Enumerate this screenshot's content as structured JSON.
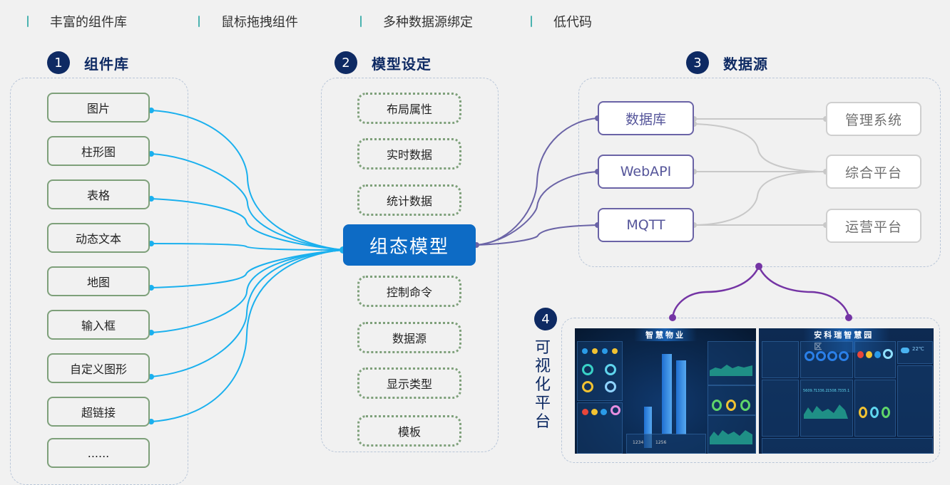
{
  "features": [
    "丰富的组件库",
    "鼠标拖拽组件",
    "多种数据源绑定",
    "低代码"
  ],
  "sections": [
    {
      "num": "1",
      "title": "组件库"
    },
    {
      "num": "2",
      "title": "模型设定"
    },
    {
      "num": "3",
      "title": "数据源"
    },
    {
      "num": "4",
      "title": "可视化平台"
    }
  ],
  "components": [
    "图片",
    "柱形图",
    "表格",
    "动态文本",
    "地图",
    "输入框",
    "自定义图形",
    "超链接",
    "......"
  ],
  "model_properties_top": [
    "布局属性",
    "实时数据",
    "统计数据"
  ],
  "central_model": "组态模型",
  "model_properties_bottom": [
    "控制命令",
    "数据源",
    "显示类型",
    "模板"
  ],
  "data_sources": [
    "数据库",
    "WebAPI",
    "MQTT"
  ],
  "targets": [
    "管理系统",
    "综合平台",
    "运营平台"
  ],
  "visual_platform_vertical": [
    "可",
    "视",
    "化",
    "平",
    "台"
  ],
  "dashboards": [
    {
      "title": "智慧物业",
      "numbers": [
        "1234",
        "1256"
      ]
    },
    {
      "title": "安科瑞智慧园区",
      "numbers": [
        "5609.7",
        "1336.2",
        "1508.7",
        "335.1",
        "22℃"
      ]
    }
  ],
  "colors": {
    "accent_navy": "#0e2a63",
    "component_border": "#7ea07a",
    "component_wire": "#1ab0ee",
    "central_model": "#0d6bc5",
    "source_wire": "#6a63a6",
    "target_wire": "#c8c8c8",
    "platform_wire": "#7434a4"
  }
}
